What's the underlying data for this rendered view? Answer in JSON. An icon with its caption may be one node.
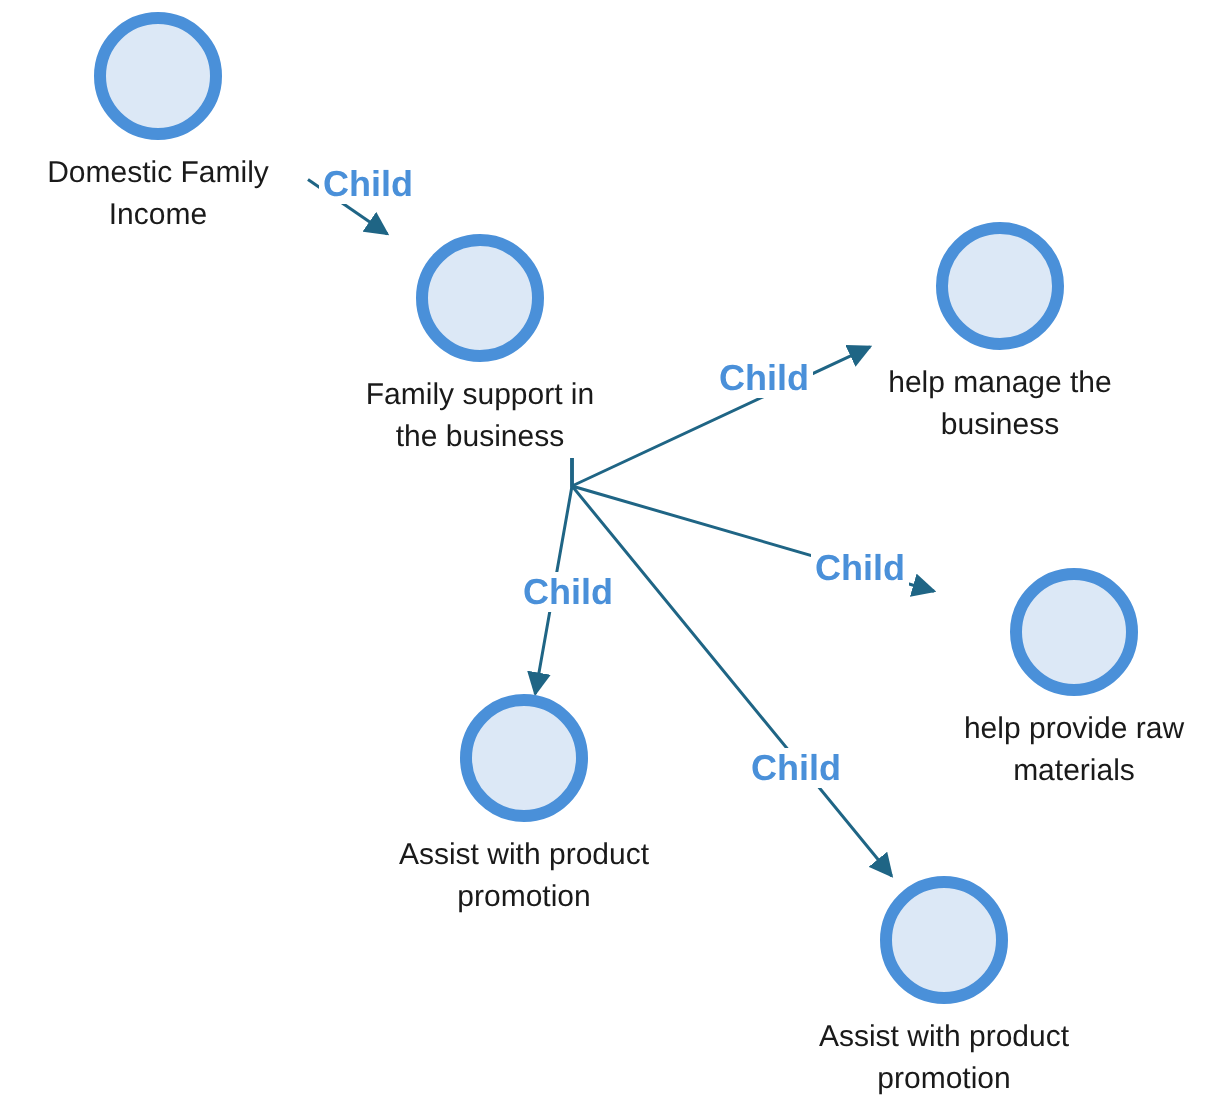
{
  "diagram": {
    "nodes": [
      {
        "text": [
          "Domestic Family Income"
        ]
      },
      {
        "text": [
          "Family support in the business"
        ]
      },
      {
        "text": [
          "help manage the business"
        ]
      },
      {
        "text": [
          "help provide raw materials"
        ]
      },
      {
        "text": [
          "Assist with product promotion"
        ]
      },
      {
        "text": [
          "Assist with product promotion"
        ]
      }
    ],
    "edges": [
      {
        "from": 0,
        "to": 1,
        "arrow": "to",
        "label": "Child"
      },
      {
        "from": 1,
        "to": 2,
        "arrow": "to",
        "label": "Child"
      },
      {
        "from": 1,
        "to": 3,
        "arrow": "to",
        "label": "Child"
      },
      {
        "from": 1,
        "to": 4,
        "arrow": "to",
        "label": "Child"
      },
      {
        "from": 1,
        "to": 5,
        "arrow": "to",
        "label": "Child"
      }
    ]
  }
}
